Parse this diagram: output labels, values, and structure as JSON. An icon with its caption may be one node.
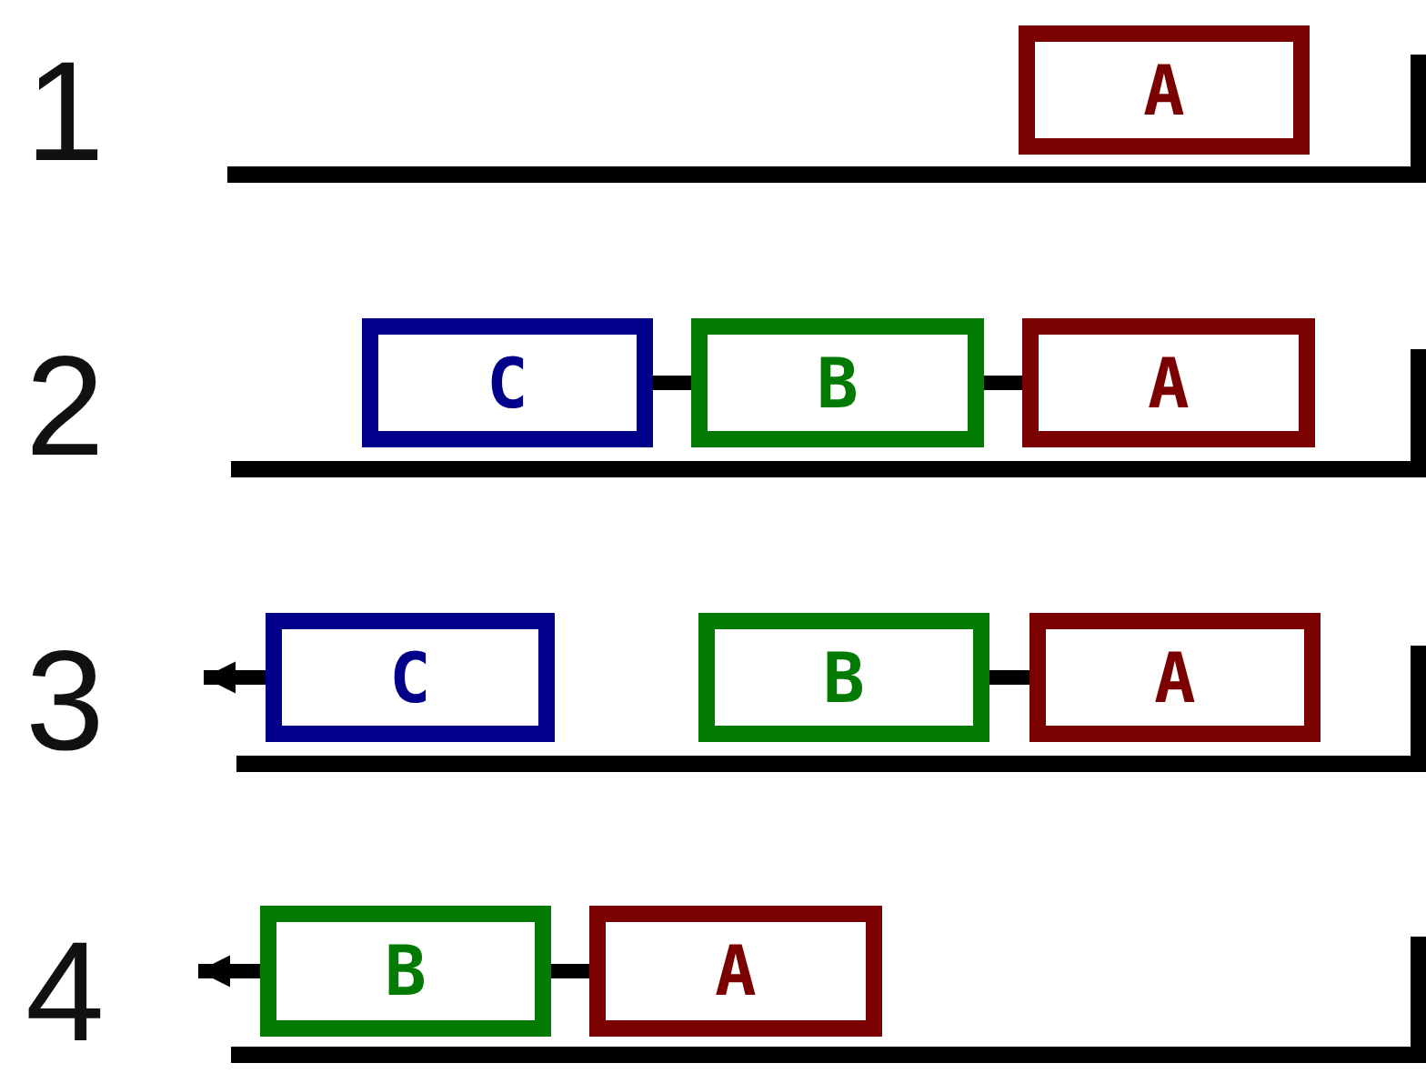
{
  "diagram": {
    "nodes": [
      {
        "text": [
          "A"
        ]
      },
      {
        "text": [
          "C"
        ]
      },
      {
        "text": [
          "B"
        ]
      },
      {
        "text": [
          "A"
        ]
      },
      {
        "text": [
          "C"
        ]
      },
      {
        "text": [
          "B"
        ]
      },
      {
        "text": [
          "A"
        ]
      },
      {
        "text": [
          "B"
        ]
      },
      {
        "text": [
          "A"
        ]
      }
    ],
    "edges": [
      {
        "from": 1,
        "to": 2,
        "arrow": "none"
      },
      {
        "from": 2,
        "to": 3,
        "arrow": "none"
      },
      {
        "from": 5,
        "to": 6,
        "arrow": "none"
      },
      {
        "from": 4,
        "to": null,
        "arrow": "to"
      },
      {
        "from": 7,
        "to": 8,
        "arrow": "none"
      },
      {
        "from": 7,
        "to": null,
        "arrow": "to"
      }
    ],
    "labels": [
      "1",
      "2",
      "3",
      "4"
    ]
  }
}
